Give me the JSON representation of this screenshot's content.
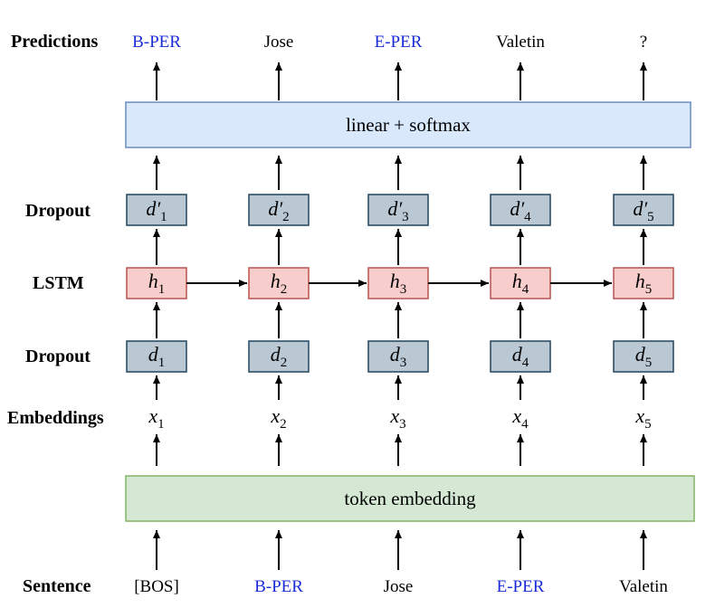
{
  "row_labels": {
    "predictions": "Predictions",
    "dropout_top": "Dropout",
    "lstm": "LSTM",
    "dropout_bottom": "Dropout",
    "embeddings": "Embeddings",
    "sentence": "Sentence"
  },
  "layers": {
    "output": "linear + softmax",
    "embedding": "token embedding"
  },
  "predictions": [
    {
      "text": "B-PER",
      "highlight": true
    },
    {
      "text": "Jose",
      "highlight": false
    },
    {
      "text": "E-PER",
      "highlight": true
    },
    {
      "text": "Valetin",
      "highlight": false
    },
    {
      "text": "?",
      "highlight": false
    }
  ],
  "sentence": [
    {
      "text": "[BOS]",
      "highlight": false
    },
    {
      "text": "B-PER",
      "highlight": true
    },
    {
      "text": "Jose",
      "highlight": false
    },
    {
      "text": "E-PER",
      "highlight": true
    },
    {
      "text": "Valetin",
      "highlight": false
    }
  ],
  "variables": {
    "dropout_top": {
      "base": "d′",
      "subs": [
        "1",
        "2",
        "3",
        "4",
        "5"
      ]
    },
    "lstm": {
      "base": "h",
      "subs": [
        "1",
        "2",
        "3",
        "4",
        "5"
      ]
    },
    "dropout_bottom": {
      "base": "d",
      "subs": [
        "1",
        "2",
        "3",
        "4",
        "5"
      ]
    },
    "embeddings": {
      "base": "x",
      "subs": [
        "1",
        "2",
        "3",
        "4",
        "5"
      ]
    }
  },
  "colors": {
    "highlight_text": "#1a2cd8",
    "normal_text": "#000000",
    "output_layer_fill": "#dae8fc",
    "output_layer_stroke": "#6c8ebf",
    "embedding_layer_fill": "#d5e8d4",
    "embedding_layer_stroke": "#82b366",
    "lstm_fill": "#f8cecc",
    "lstm_stroke": "#b85450",
    "dropout_fill": "#bac8d3",
    "dropout_stroke": "#23445d"
  }
}
